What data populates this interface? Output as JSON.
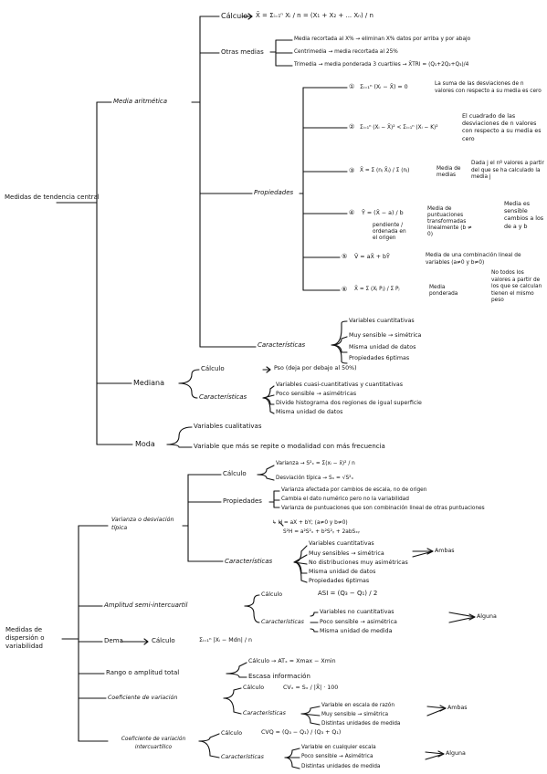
{
  "colors": {
    "ink": "#111111",
    "paper": "#ffffff"
  },
  "central": {
    "main": "Medidas de tendencia central",
    "disp": "Medidas de dispersión o variabilidad"
  },
  "media": {
    "title": "Media aritmética",
    "calculo": {
      "label": "Cálculo",
      "formula": "X̄ = Σᵢ₌₁ⁿ Xᵢ / n = (X₁ + X₂ + ... Xₙ) / n"
    },
    "otras": {
      "label": "Otras medias",
      "lines": [
        "Media recortada al X% → eliminan X% datos por arriba y por abajo",
        "Centrimedia → media recortada al 25%",
        "Trimedia → media ponderada 3 cuartiles → X̄TRI = (Q₁+2Q₂+Q₃)/4"
      ]
    },
    "propiedades": {
      "label": "Propiedades",
      "items": [
        {
          "num": "①",
          "formula": "Σᵢ₌₁ⁿ (Xᵢ − X̄) = 0",
          "desc": "La suma de las desviaciones de n valores con respecto a su media es cero"
        },
        {
          "num": "②",
          "formula": "Σᵢ₌₁ⁿ (Xᵢ − X̄)² < Σᵢ₌₁ⁿ (Xᵢ − K)²",
          "desc": "El cuadrado de las desviaciones de n valores con respecto a su media es cero"
        },
        {
          "num": "③",
          "formula": "X̄ = Σ (nⱼ X̄ⱼ) / Σ (nⱼ)",
          "mid": "Media de medias",
          "desc": "Dada j el nº valores a partir del que se ha calculado la media j"
        },
        {
          "num": "④",
          "formula": "Ȳ = (X̄ − a) / b",
          "mid": "Media de puntuaciones transformadas linealmente (b ≠ 0)",
          "side": "pendiente / ordenada en el origen",
          "desc": "Media es sensible cambios a los de a y b"
        },
        {
          "num": "⑤",
          "formula": "V̄ = aX̄ + bȲ",
          "desc": "Media de una combinación lineal de variables (a≠0 y b≠0)"
        },
        {
          "num": "⑥",
          "formula": "X̄ = Σ (Xⱼ Pⱼ) / Σ Pⱼ",
          "mid": "Media ponderada",
          "desc": "No todos los valores a partir de los que se calculan tienen el mismo peso"
        }
      ]
    },
    "caracteristicas": {
      "label": "Características",
      "items": [
        "Variables cuantitativas",
        "Muy sensible → simétrica",
        "Misma unidad de datos",
        "Propiedades 6ptimas"
      ]
    }
  },
  "mediana": {
    "title": "Mediana",
    "calculo": {
      "label": "Cálculo",
      "text": "Pso (deja por debajo al 50%)"
    },
    "caracteristicas": {
      "label": "Características",
      "items": [
        "Variables cuasi-cuantitativas y cuantitativas",
        "Poco sensible → asimétricas",
        "Divide histograma dos regiones de igual superficie",
        "Misma unidad de datos"
      ]
    }
  },
  "moda": {
    "title": "Moda",
    "items": [
      "Variables cualitativas",
      "Variable que más se repite o modalidad con más frecuencia"
    ]
  },
  "varianza": {
    "title": "Varianza o desviación típica",
    "calculo": {
      "label": "Cálculo",
      "items": [
        "Varianza → S²ₓ = Σ(xᵢ − x̄)² / n",
        "Desviación típica → Sₓ = √S²ₓ"
      ]
    },
    "propiedades": {
      "label": "Propiedades",
      "items": [
        "Varianza afectada por cambios de escala, no de origen",
        "Cambia el dato numérico pero no la variabilidad",
        "Varianza de puntuaciones que son combinación lineal de otras puntuaciones",
        "↳ H = aX + bY; (a≠0 y b≠0)",
        "S²H = a²S²ₓ + b²S²ᵧ + 2abSₓᵧ"
      ]
    },
    "caracteristicas": {
      "label": "Características",
      "items": [
        "Variables cuantitativas",
        "Muy sensibles → simétrica",
        "No distribuciones muy asimétricas",
        "Misma unidad de datos",
        "Propiedades 6ptimas"
      ],
      "summary": "Ambas"
    }
  },
  "amplitud": {
    "title": "Amplitud semi-intercuartil",
    "calculo": {
      "label": "Cálculo",
      "formula": "ASI = (Q₃ − Q₁) / 2"
    },
    "caracteristicas": {
      "label": "Características",
      "items": [
        "Variables no cuantitativas",
        "Poco sensible → asimétrica",
        "Misma unidad de medida"
      ],
      "summary": "Alguna"
    }
  },
  "dema": {
    "title": "Dema",
    "calculo": {
      "label": "Cálculo",
      "formula": "Σᵢ₌₁ⁿ |Xᵢ − Mdn| / n"
    }
  },
  "rango": {
    "title": "Rango o amplitud total",
    "items": [
      "Cálculo → ATₓ = Xmax − Xmin",
      "Escasa información"
    ]
  },
  "cv": {
    "title": "Coeficiente de variación",
    "calculo": {
      "label": "Cálculo",
      "formula": "CVₓ = Sₓ / |X̄| · 100"
    },
    "caracteristicas": {
      "label": "Características",
      "items": [
        "Variable en escala de razón",
        "Muy sensible → simétrica",
        "Distintas unidades de medida"
      ],
      "summary": "Ambas"
    }
  },
  "cvq": {
    "title": "Coeficiente de variación intercuartílico",
    "calculo": {
      "label": "Cálculo",
      "formula": "CVQ = (Q₃ − Q₁) / (Q₃ + Q₁)"
    },
    "caracteristicas": {
      "label": "Características",
      "items": [
        "Variable en cualquier escala",
        "Poco sensible → Asimétrica",
        "Distintas unidades de medida"
      ],
      "summary": "Alguna"
    }
  }
}
